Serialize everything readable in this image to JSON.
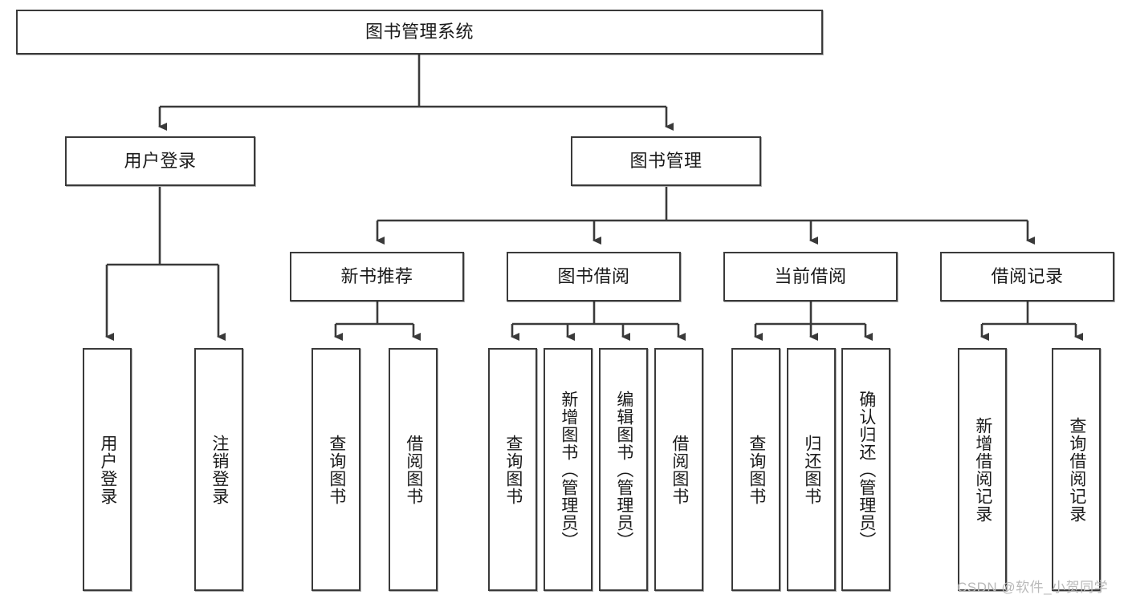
{
  "diagram": {
    "title": "图书管理系统",
    "type": "hierarchy-tree",
    "stroke_color": "#3a3a3a",
    "fill_color": "#ffffff",
    "text_color": "#1a1a1a"
  },
  "nodes": {
    "root": {
      "label": "图书管理系统"
    },
    "level2": [
      {
        "label": "用户登录"
      },
      {
        "label": "图书管理"
      }
    ],
    "level3": [
      {
        "label": "新书推荐"
      },
      {
        "label": "图书借阅"
      },
      {
        "label": "当前借阅"
      },
      {
        "label": "借阅记录"
      }
    ],
    "leaves_user_login": [
      {
        "label": "用户登录"
      },
      {
        "label": "注销登录"
      }
    ],
    "leaves_new_book": [
      {
        "label": "查询图书"
      },
      {
        "label": "借阅图书"
      }
    ],
    "leaves_borrow": [
      {
        "label": "查询图书"
      },
      {
        "label": "新增图书（管理员）"
      },
      {
        "label": "编辑图书（管理员）"
      },
      {
        "label": "借阅图书"
      }
    ],
    "leaves_current": [
      {
        "label": "查询图书"
      },
      {
        "label": "归还图书"
      },
      {
        "label": "确认归还（管理员）"
      }
    ],
    "leaves_record": [
      {
        "label": "新增借阅记录"
      },
      {
        "label": "查询借阅记录"
      }
    ]
  },
  "watermark": {
    "text": "CSDN @软件_小贺同学"
  }
}
